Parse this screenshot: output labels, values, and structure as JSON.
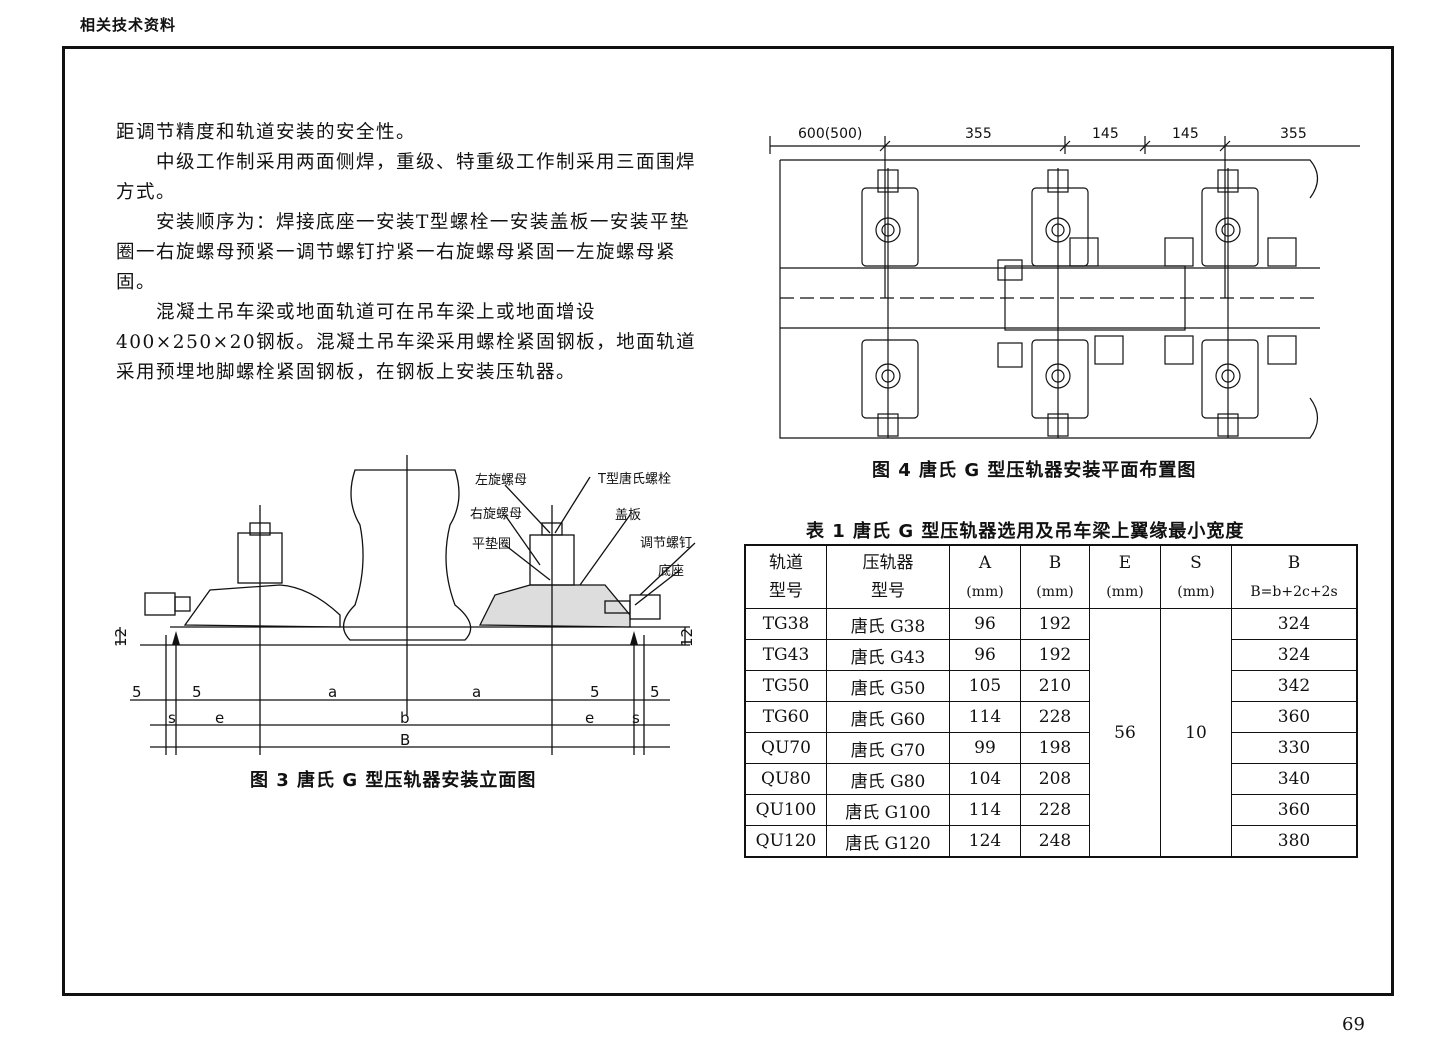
{
  "header": {
    "section": "相关技术资料"
  },
  "page_number": "69",
  "body_paragraphs": [
    "距调节精度和轨道安装的安全性。",
    "　　中级工作制采用两面侧焊，重级、特重级工作制采用三面围焊方式。",
    "　　安装顺序为：焊接底座一安装T型螺栓一安装盖板一安装平垫圈一右旋螺母预紧一调节螺钉拧紧一右旋螺母紧固一左旋螺母紧固。",
    "　　混凝土吊车梁或地面轨道可在吊车梁上或地面增设400×250×20钢板。混凝土吊车梁采用螺栓紧固钢板，地面轨道采用预埋地脚螺栓紧固钢板，在钢板上安装压轨器。"
  ],
  "figure3": {
    "caption": "图 3 唐氏 G 型压轨器安装立面图",
    "labels": {
      "left_nut": "左旋螺母",
      "t_bolt": "T型唐氏螺栓",
      "right_nut": "右旋螺母",
      "cover": "盖板",
      "washer": "平垫圈",
      "adjust_screw": "调节螺钉",
      "base": "底座"
    },
    "dims": {
      "h_left": "12",
      "h_right": "12",
      "five_1": "5",
      "five_2": "5",
      "five_3": "5",
      "five_4": "5",
      "a1": "a",
      "a2": "a",
      "s1": "s",
      "e1": "e",
      "b": "b",
      "e2": "e",
      "s2": "s",
      "B": "B"
    }
  },
  "figure4": {
    "caption": "图 4 唐氏 G 型压轨器安装平面布置图",
    "dims": [
      "600(500)",
      "355",
      "145",
      "145",
      "355"
    ]
  },
  "table1": {
    "title": "表 1 唐氏 G 型压轨器选用及吊车梁上翼缘最小宽度",
    "headers": [
      {
        "top": "轨道",
        "bottom": "型号"
      },
      {
        "top": "压轨器",
        "bottom": "型号"
      },
      {
        "top": "A",
        "bottom": "(mm)"
      },
      {
        "top": "B",
        "bottom": "(mm)"
      },
      {
        "top": "E",
        "bottom": "(mm)"
      },
      {
        "top": "S",
        "bottom": "(mm)"
      },
      {
        "top": "B",
        "bottom": "B=b+2c+2s"
      }
    ],
    "E_value": "56",
    "S_value": "10",
    "rows": [
      {
        "rail": "TG38",
        "model": "唐氏 G38",
        "a": "96",
        "b": "192",
        "bmin": "324"
      },
      {
        "rail": "TG43",
        "model": "唐氏 G43",
        "a": "96",
        "b": "192",
        "bmin": "324"
      },
      {
        "rail": "TG50",
        "model": "唐氏 G50",
        "a": "105",
        "b": "210",
        "bmin": "342"
      },
      {
        "rail": "TG60",
        "model": "唐氏 G60",
        "a": "114",
        "b": "228",
        "bmin": "360"
      },
      {
        "rail": "QU70",
        "model": "唐氏 G70",
        "a": "99",
        "b": "198",
        "bmin": "330"
      },
      {
        "rail": "QU80",
        "model": "唐氏 G80",
        "a": "104",
        "b": "208",
        "bmin": "340"
      },
      {
        "rail": "QU100",
        "model": "唐氏 G100",
        "a": "114",
        "b": "228",
        "bmin": "360"
      },
      {
        "rail": "QU120",
        "model": "唐氏 G120",
        "a": "124",
        "b": "248",
        "bmin": "380"
      }
    ]
  }
}
